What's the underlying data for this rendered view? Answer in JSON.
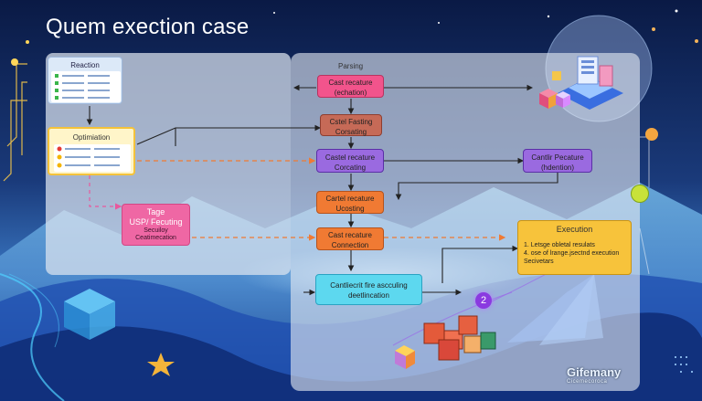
{
  "title": "Quem exection case",
  "reaction": {
    "label": "Reaction"
  },
  "optimization": {
    "label": "Optimiation"
  },
  "stage": {
    "line1": "Tage",
    "line2": "USP/ Fecuting",
    "line3": "Secuiloy",
    "line4": "Ceatimecation"
  },
  "parsing": {
    "label": "Parsing"
  },
  "nodes": {
    "n1": {
      "line1": "Cast recature",
      "line2": "(echation)"
    },
    "n2": {
      "line1": "Cstel Fasting",
      "line2": "Corsating"
    },
    "n3": {
      "line1": "Castel recature",
      "line2": "Corcating"
    },
    "n4": {
      "line1": "Cartel recature",
      "line2": "Ucosting"
    },
    "n5": {
      "line1": "Cast recature",
      "line2": "Connection"
    },
    "n6": {
      "line1": "Cantliecrit fire ascculing",
      "line2": "deetlincation"
    },
    "n7": {
      "line1": "Cantlir Pecature",
      "line2": "(hdention)"
    }
  },
  "execution": {
    "title": "Execution",
    "line1": "1. Letsge obletal resulats",
    "line2": "4. ose of lrange.jsectnd execution",
    "line3": "Secivetars"
  },
  "badge_number": "2",
  "watermark": {
    "line1": "Gifemany",
    "line2": "Cicemecoroca"
  },
  "colors": {
    "pink": "#f14f86",
    "brown": "#c26a56",
    "purple": "#8b5bd8",
    "orange": "#f07a33",
    "cyan": "#5ad7ee",
    "yellow": "#f6c53a",
    "magenta": "#e8599d"
  },
  "icons": [
    "checklist-icon",
    "server-icon",
    "cube-icon",
    "star-icon",
    "share-icon",
    "badge-icon"
  ]
}
